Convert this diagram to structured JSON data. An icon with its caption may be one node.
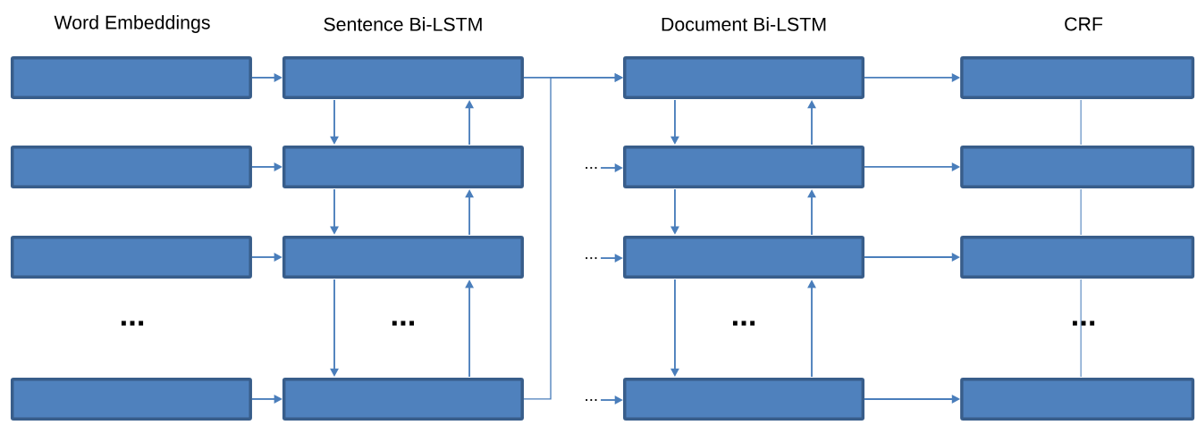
{
  "diagram": {
    "nodes": [
      {
        "text": [],
        "shape": "box"
      },
      {
        "text": [],
        "shape": "box"
      },
      {
        "text": [],
        "shape": "box"
      },
      {
        "text": [],
        "shape": "box"
      },
      {
        "text": [],
        "shape": "box"
      },
      {
        "text": [],
        "shape": "box"
      },
      {
        "text": [],
        "shape": "box"
      },
      {
        "text": [],
        "shape": "box"
      },
      {
        "text": [],
        "shape": "box"
      },
      {
        "text": [],
        "shape": "box"
      },
      {
        "text": [],
        "shape": "box"
      },
      {
        "text": [],
        "shape": "box"
      },
      {
        "text": [],
        "shape": "box"
      },
      {
        "text": [],
        "shape": "box"
      },
      {
        "text": [],
        "shape": "box"
      },
      {
        "text": [],
        "shape": "box"
      },
      {
        "text": [
          "..."
        ]
      },
      {
        "text": [
          "..."
        ]
      },
      {
        "text": [
          "..."
        ]
      }
    ],
    "edges": [
      {
        "from": 0,
        "to": 1,
        "arrow": "to"
      },
      {
        "from": 4,
        "to": 5,
        "arrow": "to"
      },
      {
        "from": 8,
        "to": 9,
        "arrow": "to"
      },
      {
        "from": 12,
        "to": 13,
        "arrow": "to"
      },
      {
        "from": 1,
        "to": 5,
        "arrow": "to"
      },
      {
        "from": 5,
        "to": 1,
        "arrow": "to"
      },
      {
        "from": 5,
        "to": 9,
        "arrow": "to"
      },
      {
        "from": 9,
        "to": 5,
        "arrow": "to"
      },
      {
        "from": 9,
        "to": 13,
        "arrow": "to"
      },
      {
        "from": 13,
        "to": 9,
        "arrow": "to"
      },
      {
        "from": 1,
        "to": 2,
        "arrow": "to"
      },
      {
        "from": 13,
        "to": 2,
        "arrow": "to"
      },
      {
        "from": 16,
        "to": 6,
        "arrow": "to"
      },
      {
        "from": 17,
        "to": 10,
        "arrow": "to"
      },
      {
        "from": 18,
        "to": 14,
        "arrow": "to"
      },
      {
        "from": 2,
        "to": 6,
        "arrow": "to"
      },
      {
        "from": 6,
        "to": 2,
        "arrow": "to"
      },
      {
        "from": 6,
        "to": 10,
        "arrow": "to"
      },
      {
        "from": 10,
        "to": 6,
        "arrow": "to"
      },
      {
        "from": 10,
        "to": 14,
        "arrow": "to"
      },
      {
        "from": 14,
        "to": 10,
        "arrow": "to"
      },
      {
        "from": 2,
        "to": 3,
        "arrow": "to"
      },
      {
        "from": 6,
        "to": 7,
        "arrow": "to"
      },
      {
        "from": 10,
        "to": 11,
        "arrow": "to"
      },
      {
        "from": 14,
        "to": 15,
        "arrow": "to"
      },
      {
        "from": 3,
        "to": 7,
        "arrow": "none"
      },
      {
        "from": 7,
        "to": 11,
        "arrow": "none"
      },
      {
        "from": 11,
        "to": 15,
        "arrow": "none"
      }
    ],
    "labels": [
      "Word Embeddings",
      "Sentence Bi-LSTM",
      "Document Bi-LSTM",
      "CRF",
      "...",
      "...",
      "...",
      "..."
    ]
  }
}
